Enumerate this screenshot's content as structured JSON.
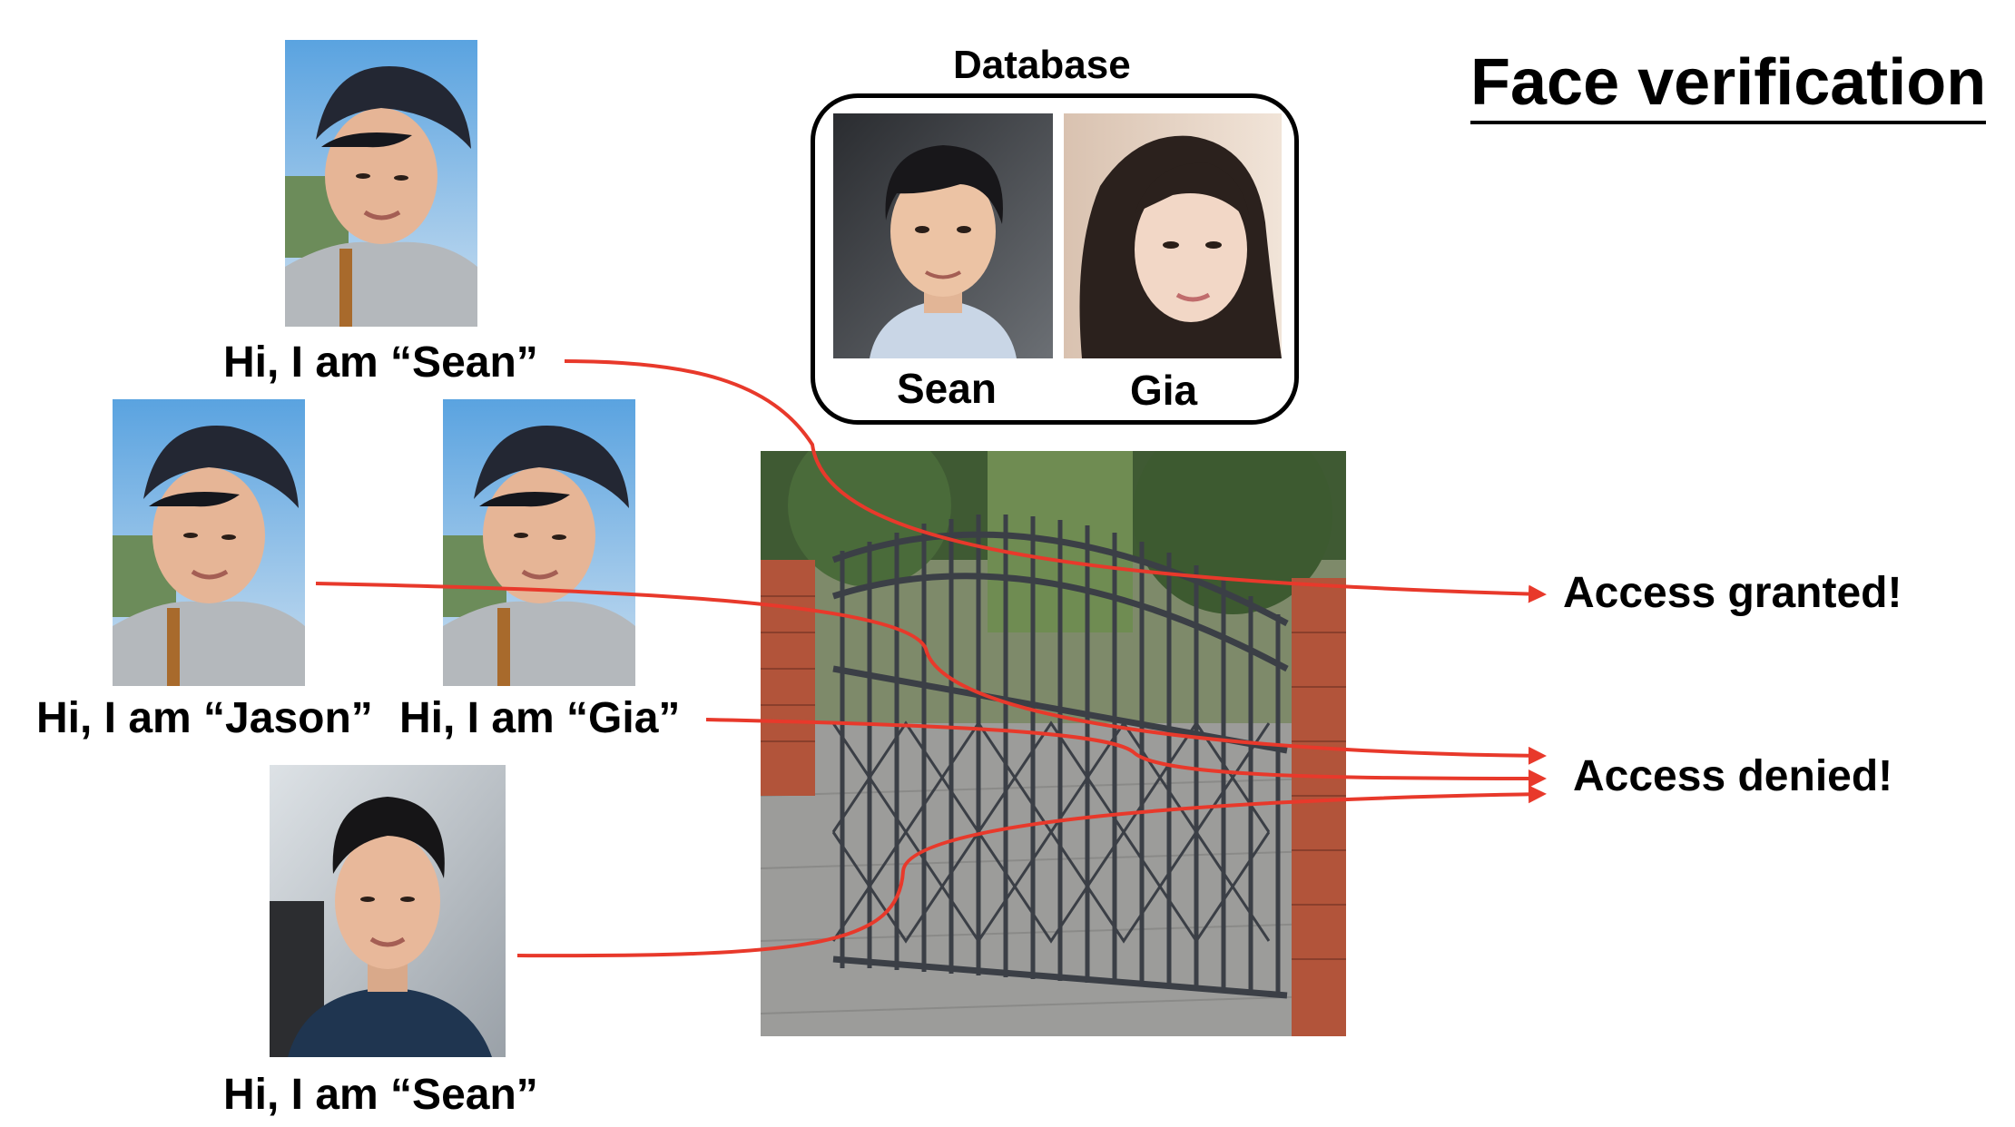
{
  "title": "Face verification",
  "database": {
    "heading": "Database",
    "entries": [
      {
        "name": "Sean"
      },
      {
        "name": "Gia"
      }
    ]
  },
  "claims": [
    {
      "text": "Hi, I am “Sean”",
      "photo": "selfie-cap",
      "outcome": "Access granted!"
    },
    {
      "text": "Hi, I am “Jason”",
      "photo": "selfie-cap",
      "outcome": "Access denied!"
    },
    {
      "text": "Hi, I am “Gia”",
      "photo": "selfie-cap",
      "outcome": "Access denied!"
    },
    {
      "text": "Hi, I am “Sean”",
      "photo": "car-selfie",
      "outcome": "Access denied!"
    }
  ],
  "outcomes": {
    "granted": "Access granted!",
    "denied": "Access denied!"
  },
  "colors": {
    "arrow": "#e8392b",
    "gate": "#3b3f46",
    "brick": "#b2543a",
    "pavement": "#9c9c9a"
  }
}
